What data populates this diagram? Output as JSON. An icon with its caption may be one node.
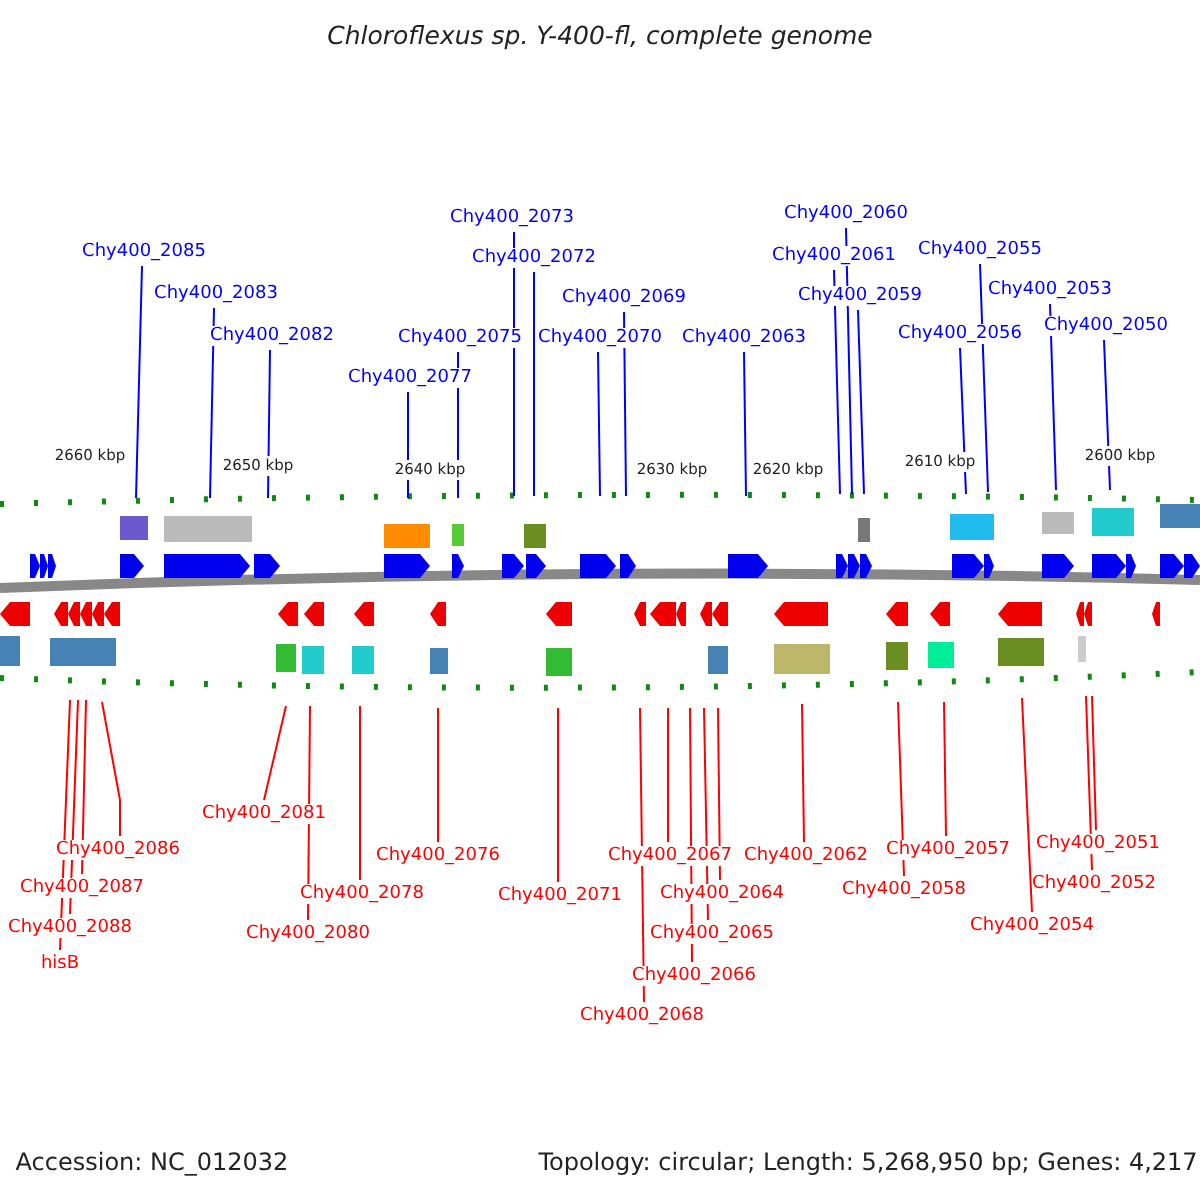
{
  "diagram": {
    "title": "Chloroflexus sp. Y-400-fl, complete genome",
    "nodes": [
      {
        "text": [
          "Chy400_2085"
        ]
      },
      {
        "text": [
          "Chy400_2083"
        ]
      },
      {
        "text": [
          "Chy400_2082"
        ]
      },
      {
        "text": [
          "Chy400_2077"
        ]
      },
      {
        "text": [
          "Chy400_2075"
        ]
      },
      {
        "text": [
          "Chy400_2073"
        ]
      },
      {
        "text": [
          "Chy400_2072"
        ]
      },
      {
        "text": [
          "Chy400_2070"
        ]
      },
      {
        "text": [
          "Chy400_2069"
        ]
      },
      {
        "text": [
          "Chy400_2063"
        ]
      },
      {
        "text": [
          "Chy400_2060"
        ]
      },
      {
        "text": [
          "Chy400_2061"
        ]
      },
      {
        "text": [
          "Chy400_2059"
        ]
      },
      {
        "text": [
          "Chy400_2056"
        ]
      },
      {
        "text": [
          "Chy400_2055"
        ]
      },
      {
        "text": [
          "Chy400_2053"
        ]
      },
      {
        "text": [
          "Chy400_2050"
        ]
      },
      {
        "text": [
          "Chy400_2086"
        ]
      },
      {
        "text": [
          "Chy400_2087"
        ]
      },
      {
        "text": [
          "Chy400_2088"
        ]
      },
      {
        "text": [
          "hisB"
        ]
      },
      {
        "text": [
          "Chy400_2081"
        ]
      },
      {
        "text": [
          "Chy400_2080"
        ]
      },
      {
        "text": [
          "Chy400_2078"
        ]
      },
      {
        "text": [
          "Chy400_2076"
        ]
      },
      {
        "text": [
          "Chy400_2071"
        ]
      },
      {
        "text": [
          "Chy400_2067"
        ]
      },
      {
        "text": [
          "Chy400_2068"
        ]
      },
      {
        "text": [
          "Chy400_2066"
        ]
      },
      {
        "text": [
          "Chy400_2065"
        ]
      },
      {
        "text": [
          "Chy400_2064"
        ]
      },
      {
        "text": [
          "Chy400_2062"
        ]
      },
      {
        "text": [
          "Chy400_2058"
        ]
      },
      {
        "text": [
          "Chy400_2057"
        ]
      },
      {
        "text": [
          "Chy400_2054"
        ]
      },
      {
        "text": [
          "Chy400_2052"
        ]
      },
      {
        "text": [
          "Chy400_2051"
        ]
      }
    ],
    "edges": [
      {
        "from": 0,
        "to": null,
        "arrow": "none",
        "color": "#0000ff"
      },
      {
        "from": 1,
        "to": null,
        "arrow": "none",
        "color": "#0000ff"
      },
      {
        "from": 2,
        "to": null,
        "arrow": "none",
        "color": "#0000ff"
      },
      {
        "from": 3,
        "to": null,
        "arrow": "none",
        "color": "#0000ff"
      },
      {
        "from": 4,
        "to": null,
        "arrow": "none",
        "color": "#0000ff"
      },
      {
        "from": 5,
        "to": null,
        "arrow": "none",
        "color": "#0000ff"
      },
      {
        "from": 6,
        "to": null,
        "arrow": "none",
        "color": "#0000ff"
      },
      {
        "from": 7,
        "to": null,
        "arrow": "none",
        "color": "#0000ff"
      },
      {
        "from": 8,
        "to": null,
        "arrow": "none",
        "color": "#0000ff"
      },
      {
        "from": 9,
        "to": null,
        "arrow": "none",
        "color": "#0000ff"
      },
      {
        "from": 10,
        "to": null,
        "arrow": "none",
        "color": "#0000ff"
      },
      {
        "from": 11,
        "to": null,
        "arrow": "none",
        "color": "#0000ff"
      },
      {
        "from": 12,
        "to": null,
        "arrow": "none",
        "color": "#0000ff"
      },
      {
        "from": 13,
        "to": null,
        "arrow": "none",
        "color": "#0000ff"
      },
      {
        "from": 14,
        "to": null,
        "arrow": "none",
        "color": "#0000ff"
      },
      {
        "from": 15,
        "to": null,
        "arrow": "none",
        "color": "#0000ff"
      },
      {
        "from": 16,
        "to": null,
        "arrow": "none",
        "color": "#0000ff"
      },
      {
        "from": 17,
        "to": null,
        "arrow": "none"
      },
      {
        "from": 18,
        "to": null,
        "arrow": "none"
      },
      {
        "from": 19,
        "to": null,
        "arrow": "none"
      },
      {
        "from": 20,
        "to": null,
        "arrow": "none"
      },
      {
        "from": 21,
        "to": null,
        "arrow": "none"
      },
      {
        "from": 22,
        "to": null,
        "arrow": "none"
      },
      {
        "from": 23,
        "to": null,
        "arrow": "none"
      },
      {
        "from": 24,
        "to": null,
        "arrow": "none"
      },
      {
        "from": 25,
        "to": null,
        "arrow": "none"
      },
      {
        "from": 26,
        "to": null,
        "arrow": "none"
      },
      {
        "from": 27,
        "to": null,
        "arrow": "none"
      },
      {
        "from": 28,
        "to": null,
        "arrow": "none"
      },
      {
        "from": 29,
        "to": null,
        "arrow": "none"
      },
      {
        "from": 30,
        "to": null,
        "arrow": "none"
      },
      {
        "from": 31,
        "to": null,
        "arrow": "none"
      },
      {
        "from": 32,
        "to": null,
        "arrow": "none"
      },
      {
        "from": 33,
        "to": null,
        "arrow": "none"
      },
      {
        "from": 34,
        "to": null,
        "arrow": "none"
      },
      {
        "from": 35,
        "to": null,
        "arrow": "none"
      },
      {
        "from": 36,
        "to": null,
        "arrow": "none"
      }
    ],
    "labels": [
      "2660 kbp",
      "2650 kbp",
      "2640 kbp",
      "2630 kbp",
      "2620 kbp",
      "2610 kbp",
      "2600 kbp",
      "Accession: NC_012032",
      "Topology: circular; Length: 5,268,950 bp; Genes: 4,217"
    ]
  }
}
